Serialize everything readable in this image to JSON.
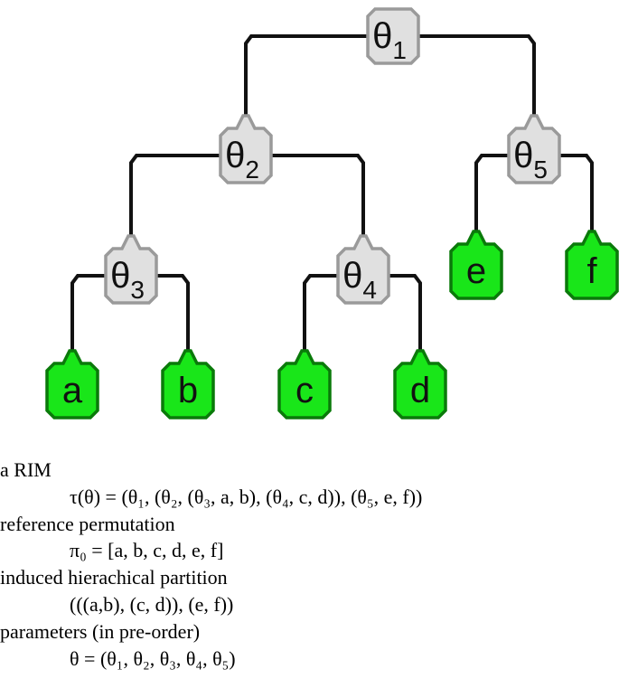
{
  "colors": {
    "internal_fill": "#e0e0e0",
    "internal_stroke": "#9a9a9a",
    "leaf_fill": "#19e619",
    "leaf_stroke": "#0a7a0a",
    "edge": "#111111"
  },
  "tree": {
    "nodes": [
      {
        "id": "theta1",
        "base": "θ",
        "sub": "1",
        "kind": "internal"
      },
      {
        "id": "theta2",
        "base": "θ",
        "sub": "2",
        "kind": "internal"
      },
      {
        "id": "theta3",
        "base": "θ",
        "sub": "3",
        "kind": "internal"
      },
      {
        "id": "theta4",
        "base": "θ",
        "sub": "4",
        "kind": "internal"
      },
      {
        "id": "theta5",
        "base": "θ",
        "sub": "5",
        "kind": "internal"
      },
      {
        "id": "a",
        "base": "a",
        "sub": "",
        "kind": "leaf"
      },
      {
        "id": "b",
        "base": "b",
        "sub": "",
        "kind": "leaf"
      },
      {
        "id": "c",
        "base": "c",
        "sub": "",
        "kind": "leaf"
      },
      {
        "id": "d",
        "base": "d",
        "sub": "",
        "kind": "leaf"
      },
      {
        "id": "e",
        "base": "e",
        "sub": "",
        "kind": "leaf"
      },
      {
        "id": "f",
        "base": "f",
        "sub": "",
        "kind": "leaf"
      }
    ],
    "edges": [
      [
        "theta1",
        "theta2"
      ],
      [
        "theta1",
        "theta5"
      ],
      [
        "theta2",
        "theta3"
      ],
      [
        "theta2",
        "theta4"
      ],
      [
        "theta3",
        "a"
      ],
      [
        "theta3",
        "b"
      ],
      [
        "theta4",
        "c"
      ],
      [
        "theta4",
        "d"
      ],
      [
        "theta5",
        "e"
      ],
      [
        "theta5",
        "f"
      ]
    ]
  },
  "caption": {
    "rim_heading": "a RIM",
    "rim_formula": "τ(θ) = (θ₁, (θ₂, (θ₃, a, b), (θ₄, c, d)), (θ₅, e, f))",
    "ref_heading": "reference permutation",
    "ref_formula": "π₀ = [a, b, c, d, e, f]",
    "partition_heading": "induced hierachical partition",
    "partition_formula": "(((a,b), (c, d)), (e, f))",
    "params_heading": "parameters (in pre-order)",
    "params_formula": "θ = (θ₁, θ₂, θ₃, θ₄, θ₅)"
  }
}
